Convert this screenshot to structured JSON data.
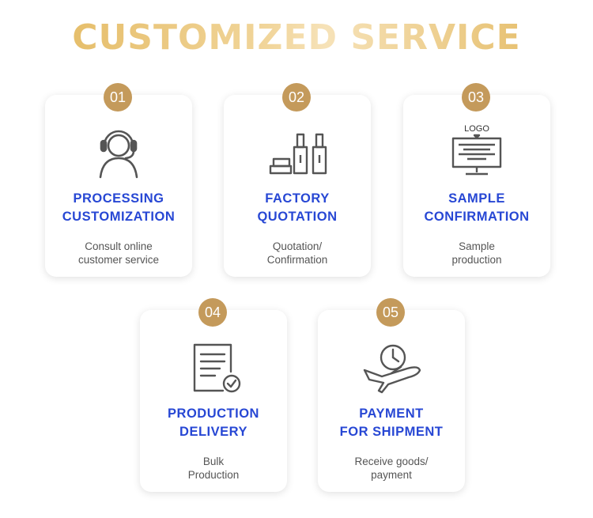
{
  "title": "CUSTOMIZED SERVICE",
  "steps": [
    {
      "number": "01",
      "icon": "customer-service-headset-icon",
      "title": "PROCESSING\nCUSTOMIZATION",
      "desc": "Consult online\ncustomer service"
    },
    {
      "number": "02",
      "icon": "factory-quotation-icon",
      "title": "FACTORY\nQUOTATION",
      "desc": "Quotation/\nConfirmation"
    },
    {
      "number": "03",
      "icon": "logo-monitor-icon",
      "icon_label": "LOGO",
      "title": "SAMPLE\nCONFIRMATION",
      "desc": "Sample\nproduction"
    },
    {
      "number": "04",
      "icon": "document-check-icon",
      "title": "PRODUCTION\nDELIVERY",
      "desc": "Bulk\nProduction"
    },
    {
      "number": "05",
      "icon": "airplane-clock-icon",
      "title": "PAYMENT\nFOR SHIPMENT",
      "desc": "Receive goods/\npayment"
    }
  ],
  "colors": {
    "title_gold": "#e2b65a",
    "badge": "#c49a5b",
    "heading_blue": "#2747d4",
    "icon_gray": "#555555"
  }
}
